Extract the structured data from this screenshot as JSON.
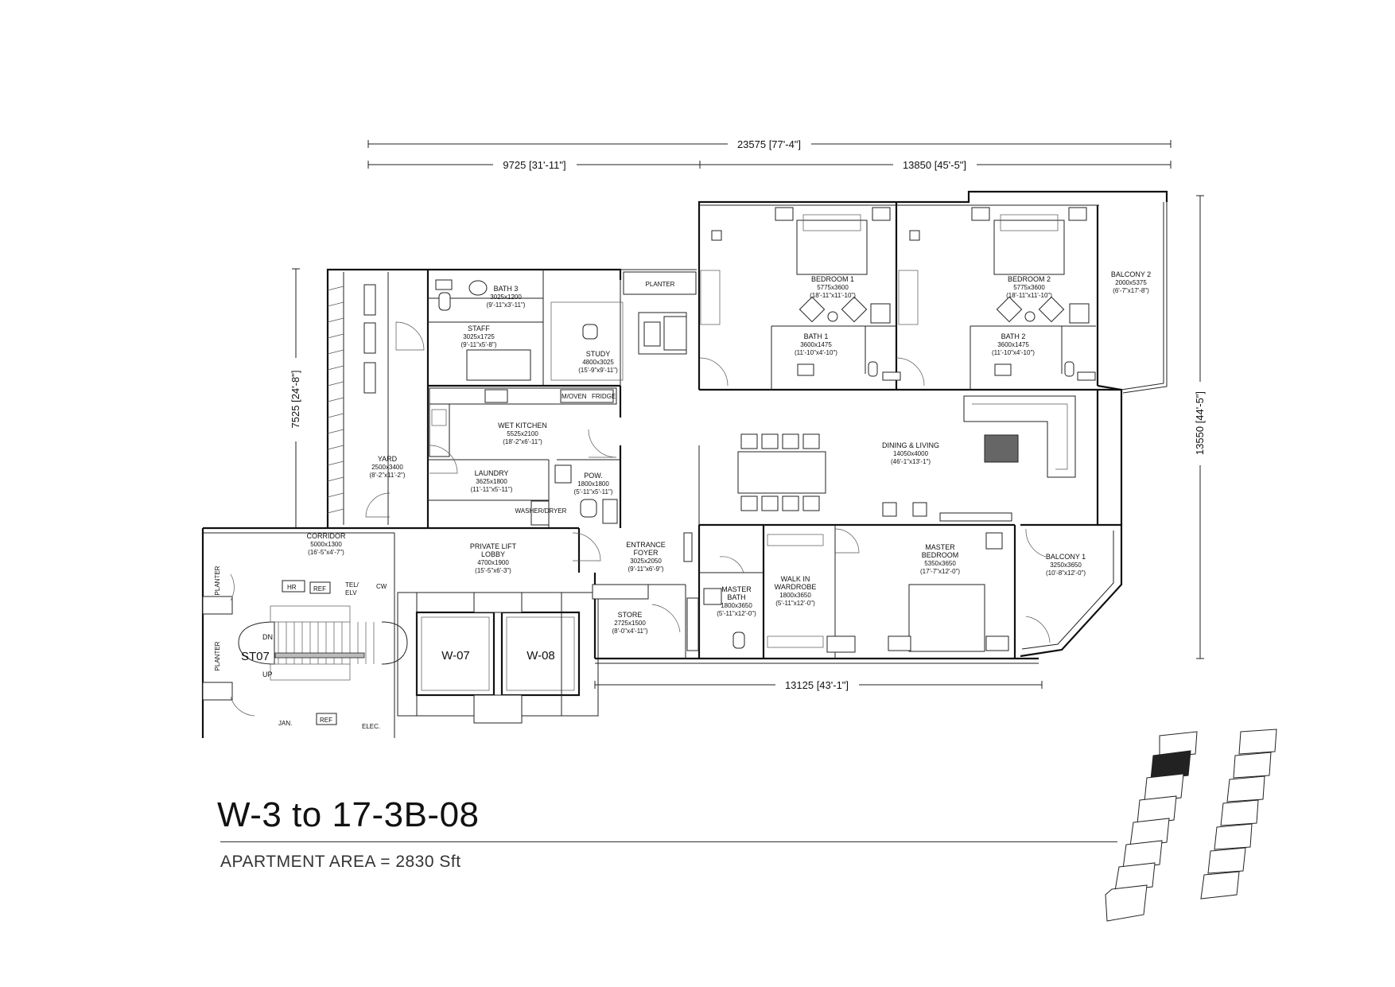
{
  "title": "W-3 to 17-3B-08",
  "area": "APARTMENT AREA = 2830 Sft",
  "dimensions": {
    "overall_width": "23575 [77'-4\"]",
    "left_width": "9725 [31'-11\"]",
    "right_width": "13850 [45'-5\"]",
    "left_height": "7525 [24'-8\"]",
    "right_height": "13550 [44'-5\"]",
    "bottom_width": "13125 [43'-1\"]"
  },
  "rooms": {
    "bath3": {
      "name": "BATH 3",
      "size": "3025x1200",
      "imperial": "(9'-11\"x3'-11\")"
    },
    "staff": {
      "name": "STAFF",
      "size": "3025x1725",
      "imperial": "(9'-11\"x5'-8\")"
    },
    "study": {
      "name": "STUDY",
      "size": "4800x3025",
      "imperial": "(15'-9\"x9'-11\")"
    },
    "planter_top": {
      "name": "PLANTER"
    },
    "bedroom1": {
      "name": "BEDROOM 1",
      "size": "5775x3600",
      "imperial": "(18'-11\"x11'-10\")"
    },
    "bedroom2": {
      "name": "BEDROOM 2",
      "size": "5775x3600",
      "imperial": "(18'-11\"x11'-10\")"
    },
    "balcony2": {
      "name": "BALCONY 2",
      "size": "2000x5375",
      "imperial": "(6'-7\"x17'-8\")"
    },
    "bath1": {
      "name": "BATH 1",
      "size": "3600x1475",
      "imperial": "(11'-10\"x4'-10\")"
    },
    "bath2": {
      "name": "BATH 2",
      "size": "3600x1475",
      "imperial": "(11'-10\"x4'-10\")"
    },
    "wet_kitchen": {
      "name": "WET KITCHEN",
      "size": "5525x2100",
      "imperial": "(18'-2\"x6'-11\")"
    },
    "laundry": {
      "name": "LAUNDRY",
      "size": "3625x1800",
      "imperial": "(11'-11\"x5'-11\")"
    },
    "pow": {
      "name": "POW.",
      "size": "1800x1800",
      "imperial": "(5'-11\"x5'-11\")"
    },
    "yard": {
      "name": "YARD",
      "size": "2500x3400",
      "imperial": "(8'-2\"x11'-2\")"
    },
    "dining_living": {
      "name": "DINING & LIVING",
      "size": "14050x4000",
      "imperial": "(46'-1\"x13'-1\")"
    },
    "corridor": {
      "name": "CORRIDOR",
      "size": "5000x1300",
      "imperial": "(16'-5\"x4'-7\")"
    },
    "private_lift_lobby": {
      "name": "PRIVATE LIFT",
      "name2": "LOBBY",
      "size": "4700x1900",
      "imperial": "(15'-5\"x6'-3\")"
    },
    "entrance_foyer": {
      "name": "ENTRANCE",
      "name2": "FOYER",
      "size": "3025x2050",
      "imperial": "(9'-11\"x6'-9\")"
    },
    "store": {
      "name": "STORE",
      "size": "2725x1500",
      "imperial": "(8'-0\"x4'-11\")"
    },
    "master_bath": {
      "name": "MASTER",
      "name2": "BATH",
      "size": "1800x3650",
      "imperial": "(5'-11\"x12'-0\")"
    },
    "walk_in_wardrobe": {
      "name": "WALK IN",
      "name2": "WARDROBE",
      "size": "1800x3650",
      "imperial": "(5'-11\"x12'-0\")"
    },
    "master_bedroom": {
      "name": "MASTER",
      "name2": "BEDROOM",
      "size": "5350x3650",
      "imperial": "(17'-7\"x12'-0\")"
    },
    "balcony1": {
      "name": "BALCONY 1",
      "size": "3250x3650",
      "imperial": "(10'-8\"x12'-0\")"
    }
  },
  "core": {
    "stair": "ST07",
    "dn": "DN",
    "up": "UP",
    "planter": "PLANTER",
    "lift1": "W-07",
    "lift2": "W-08",
    "hr": "HR",
    "ref": "REF",
    "tel": "TEL/",
    "elv": "ELV",
    "cw": "CW",
    "jan": "JAN.",
    "ref2": "REF",
    "elec": "ELEC."
  },
  "appliances": {
    "moven": "M/OVEN",
    "fridge": "FRIDGE",
    "washer": "WASHER/DRYER"
  },
  "key_plan": {
    "highlight": "selected unit"
  }
}
